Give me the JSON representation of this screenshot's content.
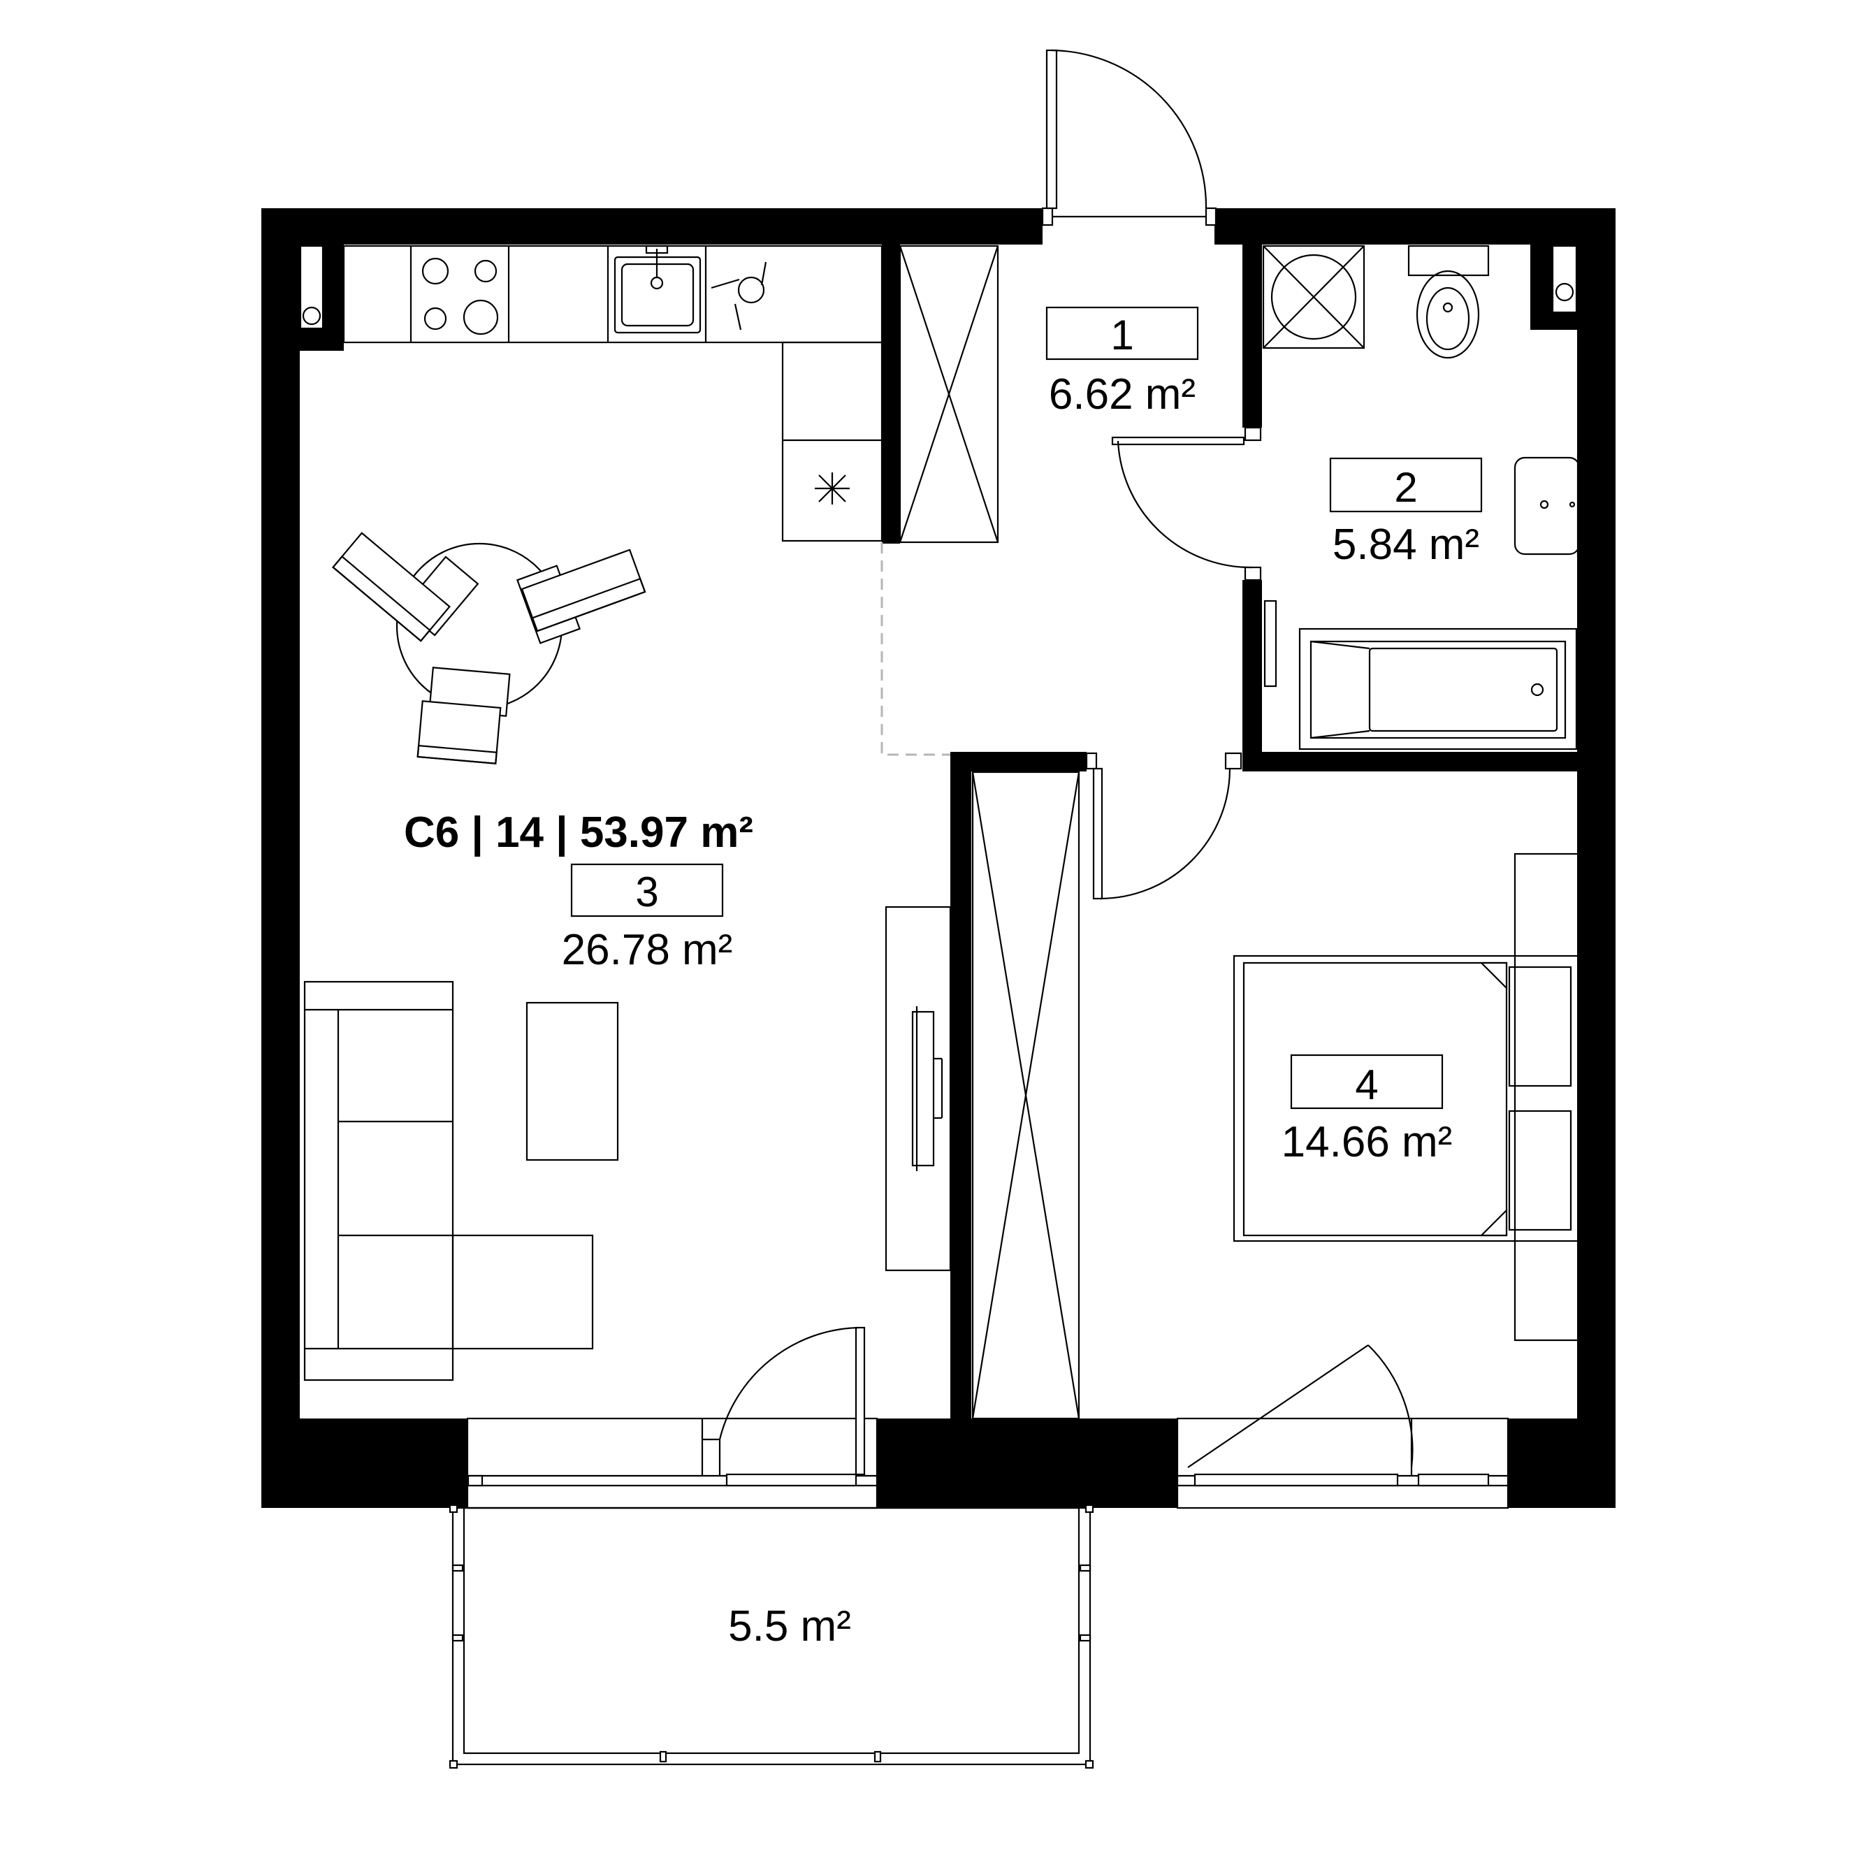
{
  "plan": {
    "apartment_label": "C6 | 14 | 53.97 m²",
    "rooms": [
      {
        "number": "1",
        "area": "6.62 m²"
      },
      {
        "number": "2",
        "area": "5.84 m²"
      },
      {
        "number": "3",
        "area": "26.78 m²"
      },
      {
        "number": "4",
        "area": "14.66 m²"
      }
    ],
    "balcony": {
      "area": "5.5 m²"
    },
    "colors": {
      "wall": "#000000",
      "line": "#000000",
      "background": "#ffffff",
      "partition": "#b5b5b5"
    }
  }
}
